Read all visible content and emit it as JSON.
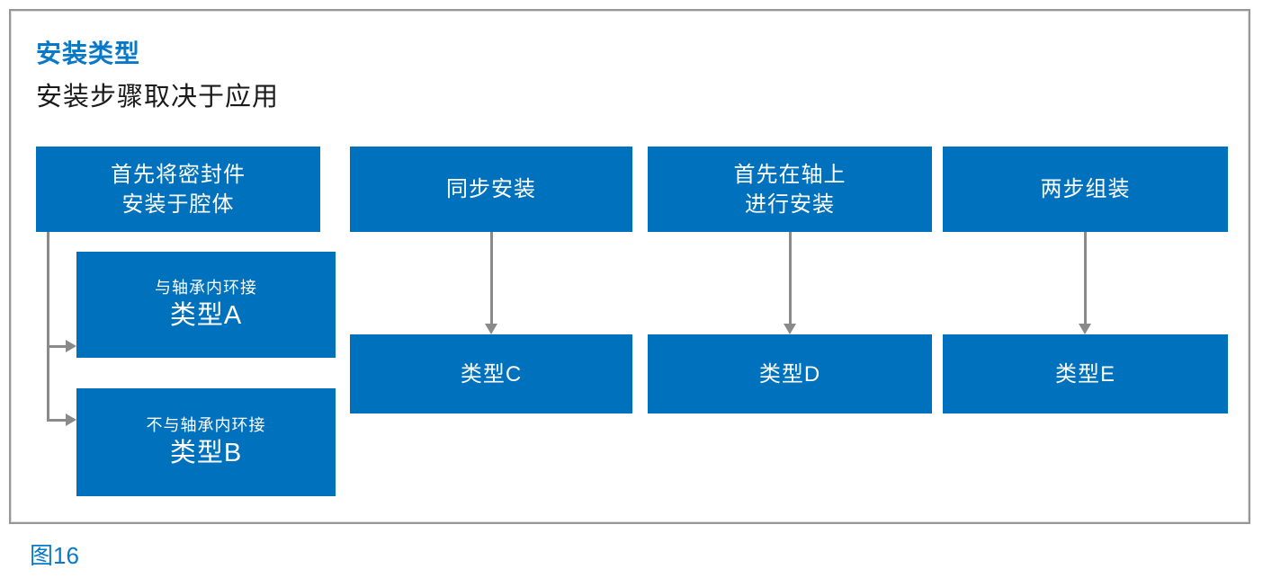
{
  "header": {
    "title": "安装类型",
    "subtitle": "安装步骤取决于应用"
  },
  "caption": "图16",
  "colors": {
    "box_blue": "#0071BC",
    "title_blue": "#0878C8",
    "arrow_gray": "#8A8A8A",
    "frame_border_gray": "#969696",
    "box_text_white": "#FFFFFF",
    "subtitle_black": "#1A1A1A"
  },
  "flow": {
    "columns": [
      {
        "top": {
          "lines": [
            "首先将密封件",
            "安装于腔体"
          ]
        },
        "children": [
          {
            "sub": "与轴承内环接",
            "label": "类型A"
          },
          {
            "sub": "不与轴承内环接",
            "label": "类型B"
          }
        ]
      },
      {
        "top": {
          "lines": [
            "同步安装"
          ]
        },
        "result": "类型C"
      },
      {
        "top": {
          "lines": [
            "首先在轴上",
            "进行安装"
          ]
        },
        "result": "类型D"
      },
      {
        "top": {
          "lines": [
            "两步组装"
          ]
        },
        "result": "类型E"
      }
    ]
  }
}
